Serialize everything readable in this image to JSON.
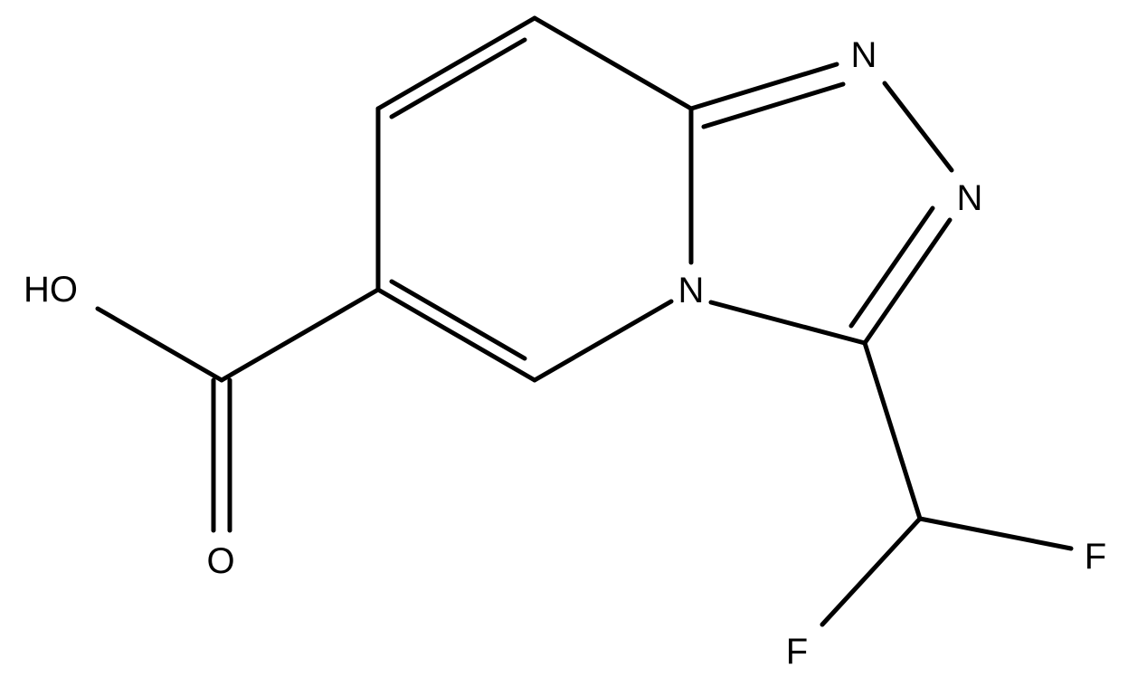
{
  "molecule": {
    "atom_labels": {
      "n1": "N",
      "n2": "N",
      "n4": "N",
      "hydroxyl": "HO",
      "carbonyl_o": "O",
      "fluorine_1": "F",
      "fluorine_2": "F"
    },
    "colors": {
      "bond": "#000000",
      "label": "#000000",
      "background": "#ffffff"
    }
  }
}
